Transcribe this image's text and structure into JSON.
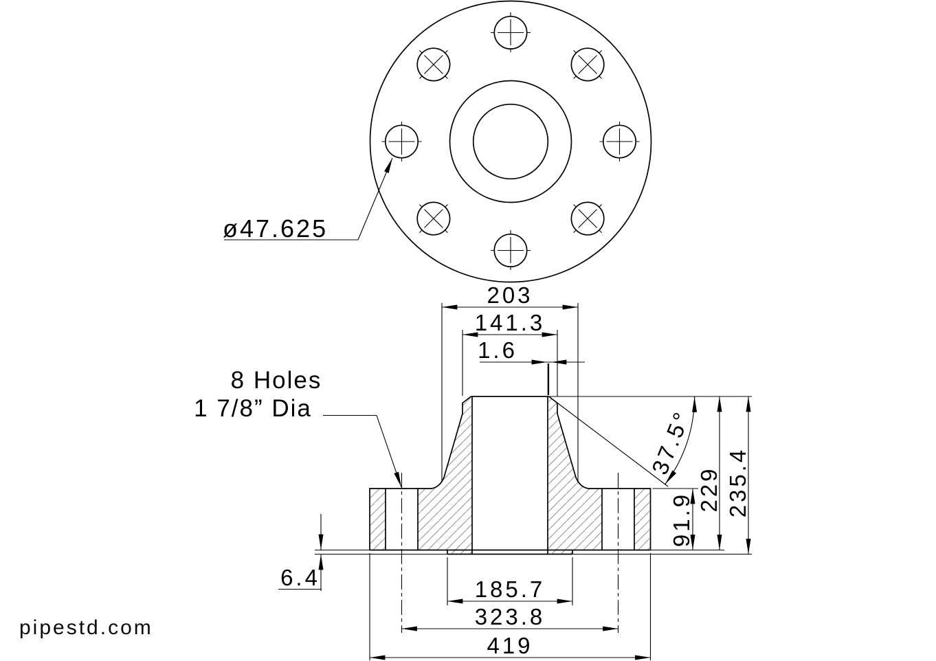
{
  "drawing": {
    "colors": {
      "line": "#000000",
      "hatch": "#777777",
      "background": "#ffffff"
    },
    "top_view": {
      "bolt_hole_callout": "ø47.625"
    },
    "section_view": {
      "hub_diameter": "203",
      "neck_outside_diameter": "141.3",
      "weld_end_land": "1.6",
      "holes_note_line1": "8 Holes",
      "holes_note_line2": "1 7/8” Dia",
      "bevel_angle": "37.5°",
      "flange_thickness": "91.9",
      "length_to_flange_face": "229",
      "overall_length": "235.4",
      "raised_face_height": "6.4",
      "raised_face_diameter": "185.7",
      "bolt_circle_diameter": "323.8",
      "flange_outside_diameter": "419"
    },
    "watermark": "pipestd.com"
  }
}
